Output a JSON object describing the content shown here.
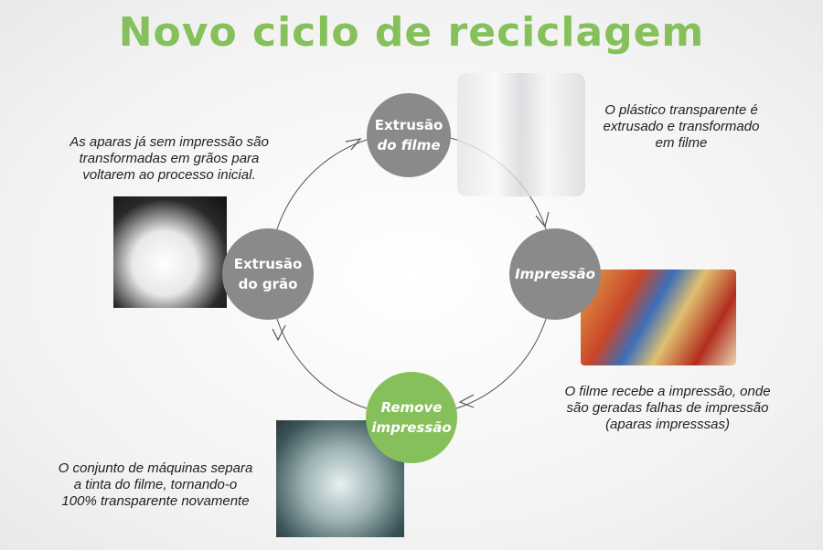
{
  "title": "Novo ciclo de reciclagem",
  "colors": {
    "green": "#86c05a",
    "gray": "#8a8a8a"
  },
  "nodes": [
    {
      "label_1": "Extrusão",
      "label_2": "do filme"
    },
    {
      "label_1": "Impressão",
      "label_2": ""
    },
    {
      "label_1": "Remove",
      "label_2": "impressão"
    },
    {
      "label_1": "Extrusão",
      "label_2": "do grão"
    }
  ],
  "descriptions": {
    "film": [
      "O plástico transparente é",
      "extrusado e transformado",
      "em filme"
    ],
    "printing": [
      "O filme recebe a impressão, onde",
      "são geradas falhas de impressão",
      "(aparas impresssas)"
    ],
    "remove": [
      "O conjunto de máquinas separa",
      "a tinta do filme, tornando-o",
      "100% transparente novamente"
    ],
    "grain": [
      "As aparas já sem impressão são",
      "transformadas em grãos para",
      "voltarem ao processo inicial."
    ]
  }
}
